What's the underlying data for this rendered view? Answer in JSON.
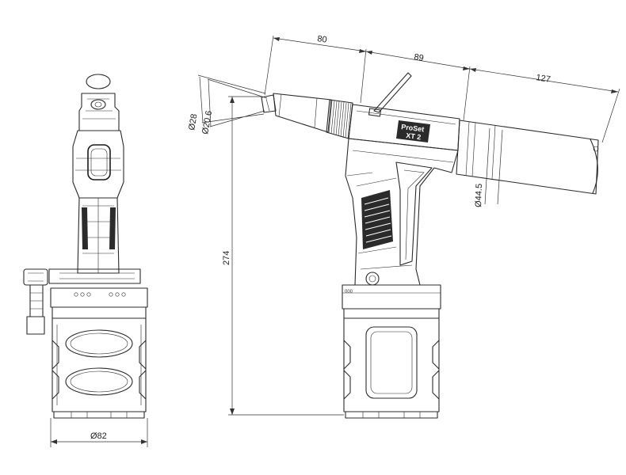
{
  "dimensions": {
    "d_base": "Ø82",
    "height": "274",
    "nose_outer": "Ø28",
    "nose_inner": "Ø20.6",
    "len_front": "80",
    "len_mid": "89",
    "len_rear": "127",
    "cyl_dia": "Ø44.5"
  },
  "labels": {
    "brand_line1": "ProSet",
    "brand_line2": "XT 2",
    "marking": "000"
  }
}
